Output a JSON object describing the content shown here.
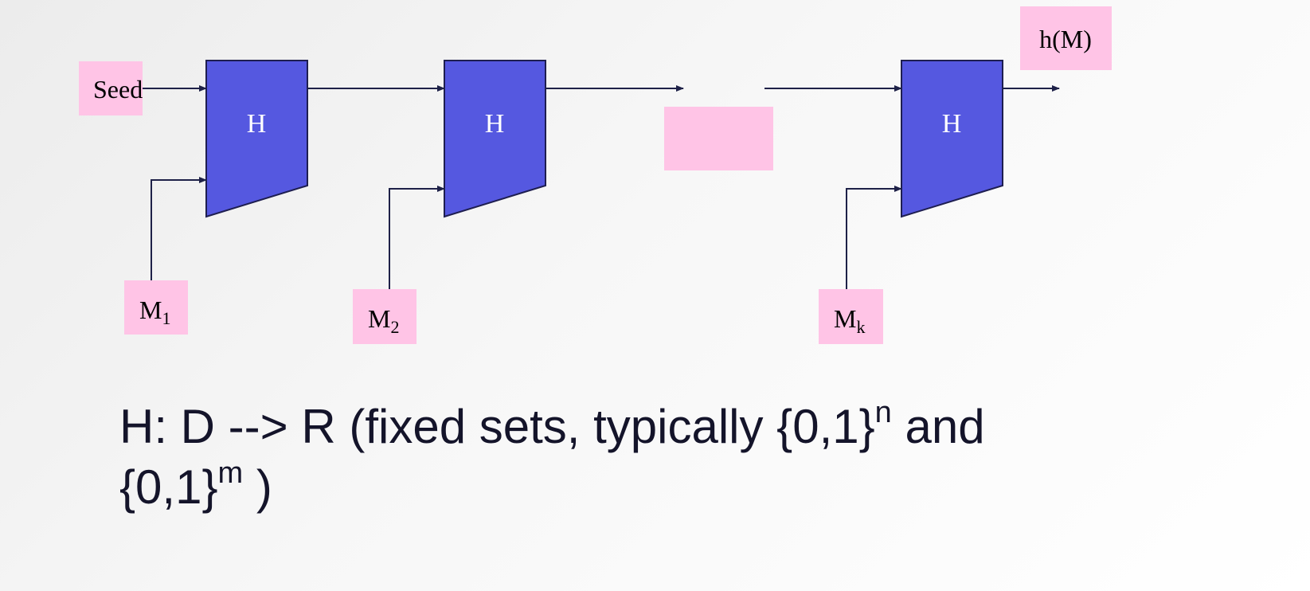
{
  "diagram": {
    "seed_label": "Seed",
    "hash_label": "H",
    "output_label": "h(M)",
    "messages": [
      {
        "base": "M",
        "sub": "1"
      },
      {
        "base": "M",
        "sub": "2"
      },
      {
        "base": "M",
        "sub": "k"
      }
    ]
  },
  "caption": {
    "part1": "H: D --> R   (fixed sets, typically {0,1}",
    "sup1": "n",
    "part2": " and {0,1}",
    "sup2": "m",
    "part3": " )"
  },
  "colors": {
    "hash_block": "#5558e0",
    "hash_stroke": "#1e1e50",
    "label_box": "#ffc4e6",
    "arrow": "#1e2148",
    "caption_text": "#14142a"
  }
}
